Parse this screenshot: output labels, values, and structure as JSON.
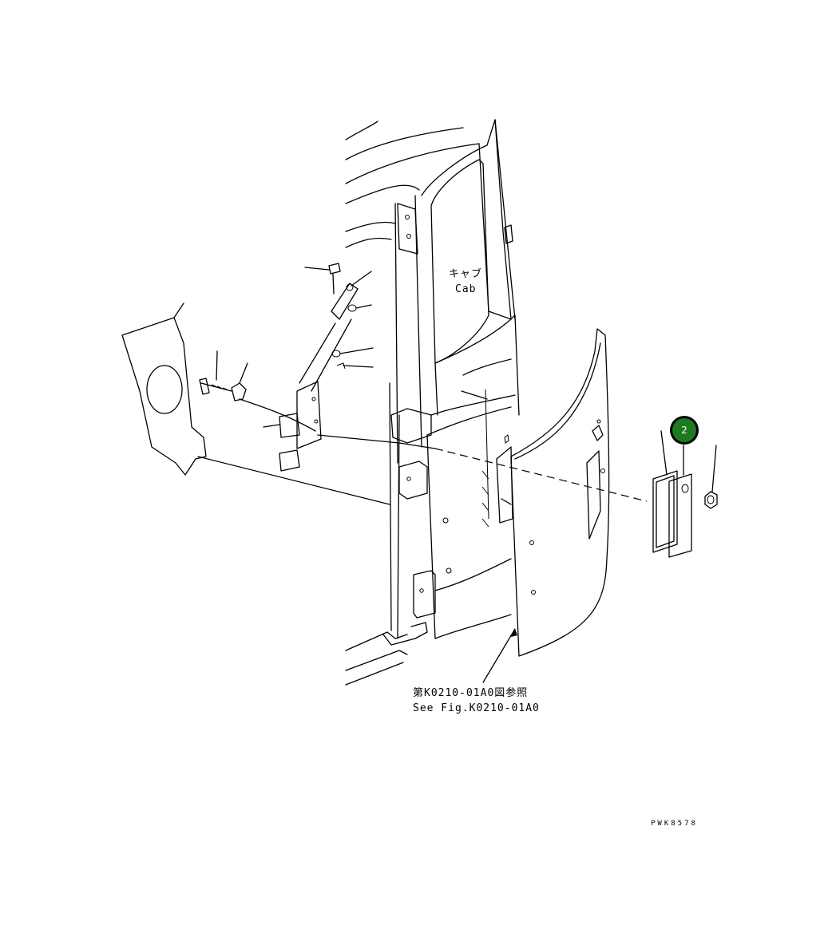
{
  "labels": {
    "cab_jp": "キャブ",
    "cab_en": "Cab",
    "ref_jp": "第K0210-01A0図参照",
    "ref_en": "See Fig.K0210-01A0",
    "drawing_code": "PWK8578"
  },
  "callouts": [
    {
      "number": "2",
      "color": "#1f7a1f"
    }
  ],
  "colors": {
    "line": "#000000",
    "background": "#ffffff",
    "callout_fill": "#1f7a1f"
  }
}
